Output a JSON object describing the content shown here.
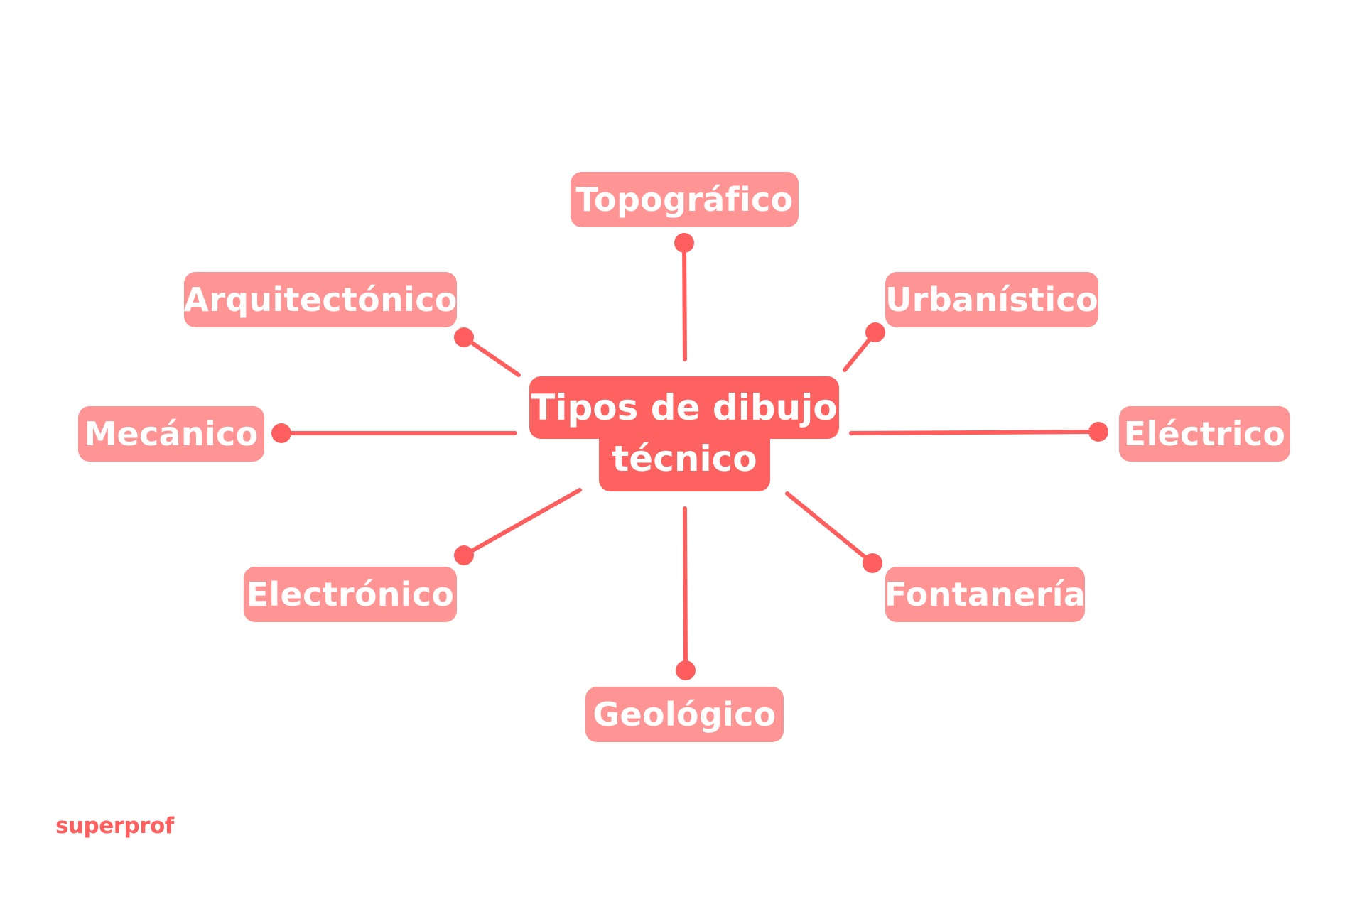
{
  "diagram": {
    "center": {
      "line1": "Tipos de dibujo",
      "line2": "técnico"
    },
    "branches": [
      {
        "id": "topografico",
        "label": "Topográfico"
      },
      {
        "id": "arquitectonico",
        "label": "Arquitectónico"
      },
      {
        "id": "urbanistico",
        "label": "Urbanístico"
      },
      {
        "id": "mecanico",
        "label": "Mecánico"
      },
      {
        "id": "electrico",
        "label": "Eléctrico"
      },
      {
        "id": "electronico",
        "label": "Electrónico"
      },
      {
        "id": "fontaneria",
        "label": "Fontanería"
      },
      {
        "id": "geologico",
        "label": "Geológico"
      }
    ]
  },
  "brand": {
    "logo_text": "superprof"
  },
  "colors": {
    "node_fill": "#fe9594",
    "center_fill": "#fe6260",
    "connector": "#fe5f5e",
    "text": "#ffffff",
    "logo": "#fe5f5e"
  }
}
